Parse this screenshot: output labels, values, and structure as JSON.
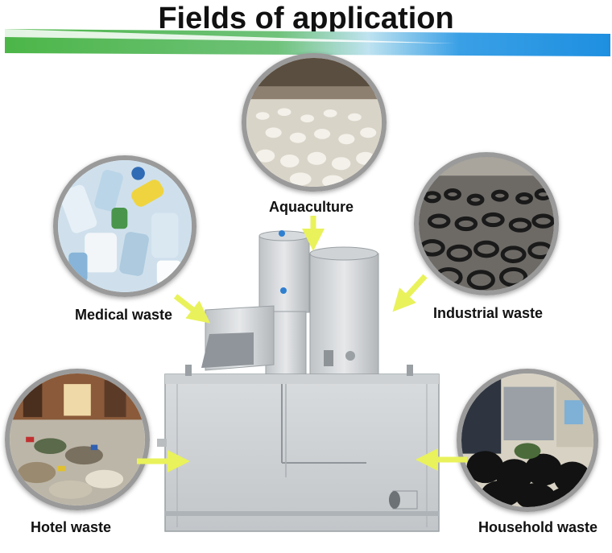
{
  "title": "Fields of application",
  "colors": {
    "banner_green": "#4cb648",
    "banner_blue": "#1e8fe0",
    "arrow_yellow": "#e9f25a",
    "circle_border": "#9a9a9a"
  },
  "categories": [
    {
      "id": "aquaculture",
      "label": "Aquaculture",
      "icon": "poultry-farm-photo"
    },
    {
      "id": "medical",
      "label": "Medical waste",
      "icon": "plastic-bottles-photo"
    },
    {
      "id": "industrial",
      "label": "Industrial waste",
      "icon": "tire-pile-photo"
    },
    {
      "id": "hotel",
      "label": "Hotel waste",
      "icon": "garbage-street-photo"
    },
    {
      "id": "household",
      "label": "Household waste",
      "icon": "trash-bags-photo"
    }
  ],
  "center_image": "incinerator-machine"
}
